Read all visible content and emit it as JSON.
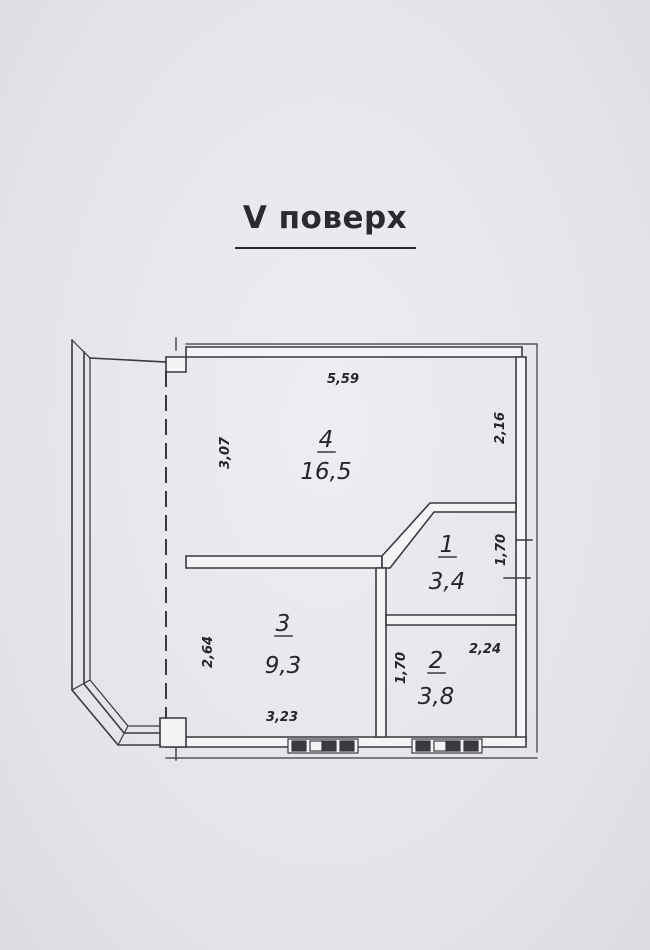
{
  "title": "V поверх",
  "rooms": [
    {
      "id": "4",
      "number": "4",
      "area": "16,5"
    },
    {
      "id": "1",
      "number": "1",
      "area": "3,4"
    },
    {
      "id": "3",
      "number": "3",
      "area": "9,3"
    },
    {
      "id": "2",
      "number": "2",
      "area": "3,8"
    }
  ],
  "dimensions": {
    "room4_width": "5,59",
    "room4_left": "3,07",
    "room4_right": "2,16",
    "room1_right": "1,70",
    "room3_left": "2,64",
    "room3_bottom": "3,23",
    "room2_left": "1,70",
    "room2_top": "2,24"
  }
}
